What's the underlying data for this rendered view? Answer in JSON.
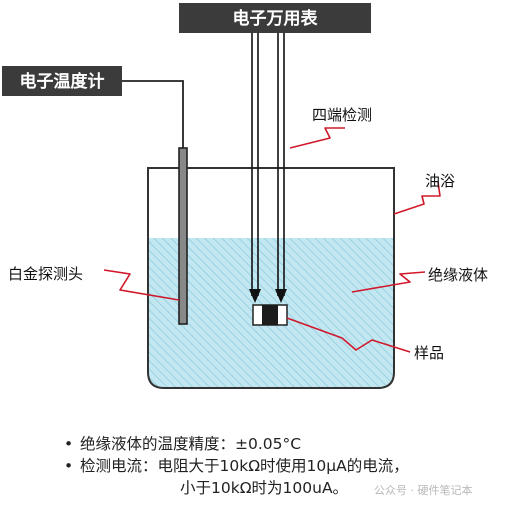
{
  "labels": {
    "multimeter": "电子万用表",
    "thermometer": "电子温度计",
    "four_terminal": "四端检测",
    "oil_bath": "油浴",
    "platinum_probe": "白金探测头",
    "insulating_liquid": "绝缘液体",
    "sample": "样品"
  },
  "notes": {
    "bullet": "•",
    "line1": "绝缘液体的温度精度：±0.05°C",
    "line2": "检测电流：电阻大于10kΩ时使用10μA的电流，",
    "line3": "小于10kΩ时为100uA。"
  },
  "watermark": "公众号 · 硬件笔记本",
  "colors": {
    "label_box": "#3b3b3b",
    "liquid": "#b9e3ee",
    "liquid_hatch": "#86c9dc",
    "leader_line": "#d0182a",
    "container": "#333333"
  }
}
